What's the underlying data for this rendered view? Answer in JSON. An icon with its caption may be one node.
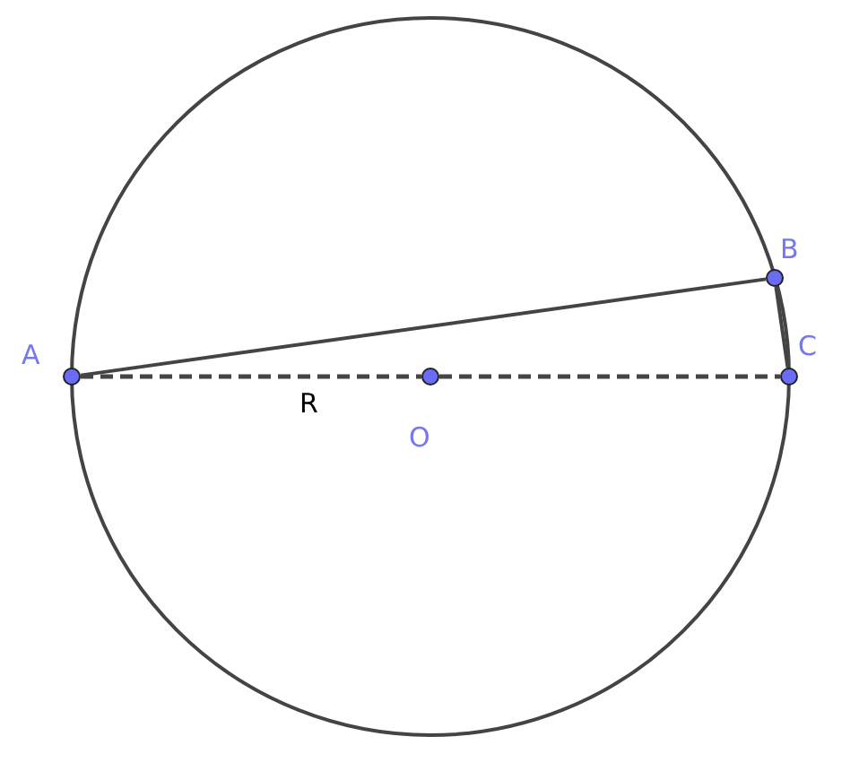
{
  "diagram": {
    "nodes": [
      {
        "text": [
          "A"
        ]
      },
      {
        "text": [
          "B"
        ]
      },
      {
        "text": [
          "C"
        ]
      },
      {
        "text": [
          "O"
        ]
      }
    ],
    "edges": [
      {
        "from": 0,
        "to": 1,
        "arrow": "none"
      },
      {
        "from": 1,
        "to": 2,
        "arrow": "none"
      },
      {
        "from": 0,
        "to": 3,
        "arrow": "none",
        "style": "dashed",
        "label": "R"
      },
      {
        "from": 3,
        "to": 2,
        "arrow": "none",
        "style": "dashed"
      }
    ]
  }
}
